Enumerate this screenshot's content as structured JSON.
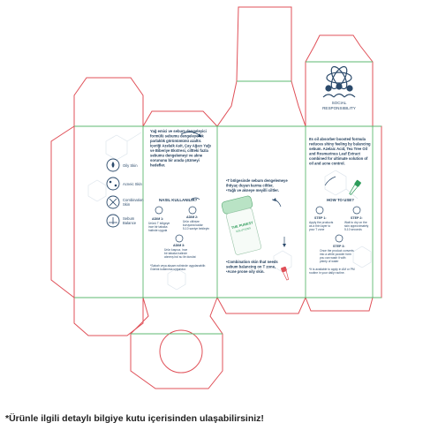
{
  "brand_colors": {
    "cut_line": "#e05058",
    "fold_line": "#5cb870",
    "ink": "#2b4a6b",
    "accent": "#2e9c5a"
  },
  "top_flap": {
    "icon": "people-network-icon",
    "label_line1": "SOCIAL",
    "label_line2": "RESPONSIBILITY"
  },
  "side_panel": {
    "items": [
      {
        "icon": "oily-skin-icon",
        "label": "Oily Skin"
      },
      {
        "icon": "acneic-skin-icon",
        "label": "Acneic Skin"
      },
      {
        "icon": "combination-skin-icon",
        "label_line1": "Combination",
        "label_line2": "Skin"
      },
      {
        "icon": "sebum-balance-icon",
        "label_line1": "Sebum",
        "label_line2": "Balance"
      }
    ]
  },
  "turkish_panel": {
    "intro": [
      "Yağ emici ve sebum dengeleyici",
      "formülü sebumu dengeleyerek",
      "parlaklık görünümünü azaltır.",
      "İçeriği Azelaik Asit, Çay Ağacı Yağı",
      "ve Biberiye Ekstresi, ciltteki fazla",
      "sebumu dengelemeyi ve akne",
      "sorununu bir arada çözmeyi",
      "hedefler."
    ],
    "how_title": "NASIL KULLANILIR?",
    "step1": {
      "title": "ADIM 1:",
      "text": [
        "Ürünü T bölgeye",
        "ince bir tabaka",
        "halinde uygula"
      ]
    },
    "step2": {
      "title": "ADIM 2:",
      "text": [
        "Ürün ciltinize",
        "kuruyana kadar",
        "5-10 saniye bekleyin"
      ]
    },
    "step3": {
      "title": "ADIM 3:",
      "text": [
        "Ürün kaşısız, ince",
        "bir tabaka halinde",
        "alınmış bol su ile durulat"
      ]
    },
    "footnote": [
      "*Sabah veya akşam rutininde uygulanabilir.",
      "Günlük kullanıma uygundur."
    ]
  },
  "front_panel": {
    "bullets_tr": [
      "•T bölgesinde sebum dengelemeye",
      "ihtiyaç duyan karma ciltler,",
      "•Yağlı ve akneye meyilli ciltler."
    ],
    "bottle_brand": "THE PUREST",
    "bottle_name": "SOLUTIONS",
    "bullets_en": [
      "•Combination skin that needs",
      "sebum balancing on T zone,",
      "•Acne prone oily skin."
    ]
  },
  "english_panel": {
    "intro": [
      "Its oil absorber boosted formula",
      "reduces shiny feeling by balancing",
      "sebum. Azelaic Acid, Tea Tree Oil",
      "and Rosmarinus Leaf Extract",
      "combined for ultimate solution of",
      "oil and acne control."
    ],
    "how_title": "HOW TO USE?",
    "step1": {
      "title": "STEP 1:",
      "text": [
        "Apply the products",
        "as a thin layer to",
        "your T zone"
      ]
    },
    "step2": {
      "title": "STEP 2:",
      "text": [
        "Wait to dry on the",
        "skin approximately",
        "5-10 seconds"
      ]
    },
    "step3": {
      "title": "STEP 3:",
      "text": [
        "Once the product converts",
        "into a white powder form",
        "you can wash it with",
        "plenty of water"
      ]
    },
    "footnote": [
      "*It is available to apply in AM or PM",
      "routine in your daily routine."
    ]
  },
  "footer_note": "*Ürünle ilgili detaylı bilgiye kutu içerisinden ulaşabilirsiniz!"
}
